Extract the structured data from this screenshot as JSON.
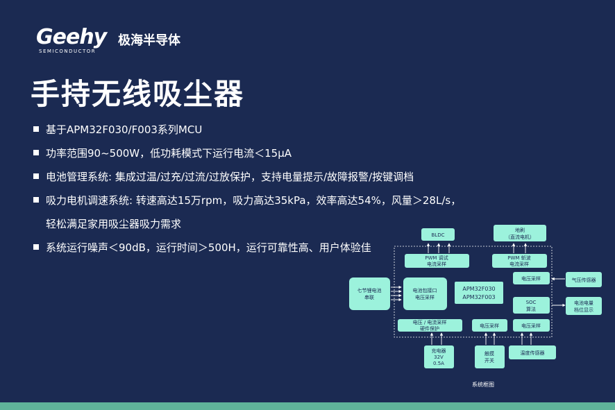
{
  "logo": {
    "word": "Geehy",
    "sub": "SEMICONDUCTOR",
    "cn": "极海半导体"
  },
  "title": "手持无线吸尘器",
  "bullets": [
    "基于APM32F030/F003系列MCU",
    "功率范围90~500W，低功耗模式下运行电流＜15μA",
    "电池管理系统: 集成过温/过充/过流/过放保护，支持电量提示/故障报警/按键调档",
    "吸力电机调速系统: 转速高达15万rpm，吸力高达35kPa，效率高达54%，风量＞28L/s，",
    "系统运行噪声＜90dB，运行时间＞500H，运行可靠性高、用户体验佳"
  ],
  "bullet_cont": "轻松满足家用吸尘器吸力需求",
  "diagram": {
    "bldc": "BLDC",
    "brush_1": "地刷",
    "brush_2": "（直流电机）",
    "pwm1_1": "PWM 调试",
    "pwm1_2": "电流采样",
    "pwm2_1": "PWM 斩波",
    "pwm2_2": "电流采样",
    "volt_r1": "电压采样",
    "pressure_sensor": "气压传感器",
    "battery_1": "七节锂电池",
    "battery_2": "串联",
    "battery_iface_1": "电池包接口",
    "battery_iface_2": "电压采样",
    "mcu_1": "APM32F030",
    "mcu_2": "APM32F003",
    "soc_1": "SOC",
    "soc_2": "算法",
    "level_1": "电池电量",
    "level_2": "档位显示",
    "prot_1": "电压 / 电流采样",
    "prot_2": "硬件保护",
    "volt_b1": "电压采样",
    "volt_b2": "电压采样",
    "charger_1": "充电器",
    "charger_2": "32V",
    "charger_3": "0.5A",
    "touch_1": "触摸",
    "touch_2": "开关",
    "temp_sensor": "温度传感器",
    "caption": "系统框图"
  },
  "colors": {
    "background": "#1b2a52",
    "box": "#9cf2dc",
    "accent_bar": "#5fb39a"
  }
}
